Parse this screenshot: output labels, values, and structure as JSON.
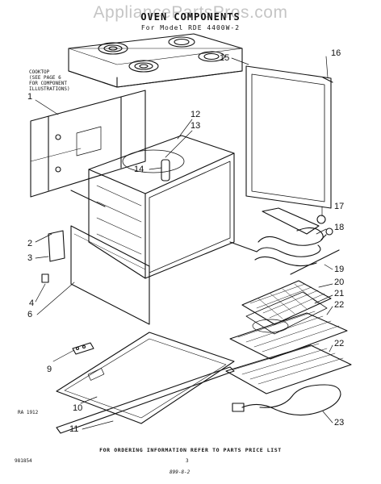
{
  "watermark": "AppliancePartsPros.com",
  "title": "OVEN COMPONENTS",
  "subtitle": "For Model RDE 4400W-2",
  "cooktop_note": [
    "COOKTOP",
    "(SEE PAGE 6",
    "FOR COMPONENT",
    "ILLUSTRATIONS)"
  ],
  "callouts": [
    "1",
    "2",
    "3",
    "4",
    "6",
    "9",
    "10",
    "11",
    "12",
    "13",
    "14",
    "15",
    "16",
    "17",
    "18",
    "19",
    "20",
    "21",
    "22",
    "22",
    "23"
  ],
  "diagram_code": "RA 1912",
  "footer": "FOR ORDERING INFORMATION REFER TO PARTS PRICE LIST",
  "page_number": "3",
  "doc_number": "981854",
  "handwritten_mark": "899-8-2",
  "colors": {
    "line": "#111111",
    "background": "#ffffff",
    "watermark": "#969696"
  }
}
